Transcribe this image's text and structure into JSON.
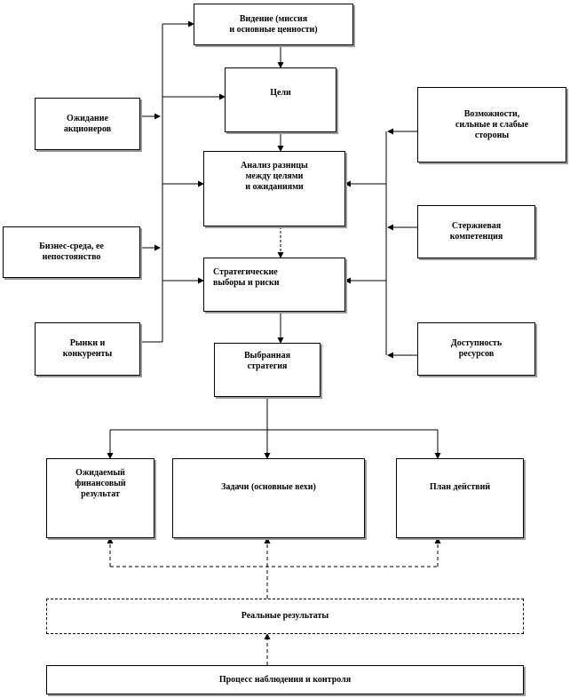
{
  "nodes": {
    "vision": "Видение (миссия\nи основные ценности)",
    "goals": "Цели",
    "shareholders": "Ожидание\nакционеров",
    "opportunities": "Возможности,\nсильные и слабые\nстороны",
    "gap_analysis": "Анализ разницы\nмежду целями\nи ожиданиями",
    "core_competence": "Стержневая\nкомпетенция",
    "business_env": "Бизнес-среда, ее\nнепостоянство",
    "strategic_choices": "Стратегические\nвыборы и риски",
    "markets": "Рынки и\nконкуренты",
    "resources": "Доступность\nресурсов",
    "chosen_strategy": "Выбранная\nстратегия",
    "expected_result": "Ожидаемый\nфинансовый\nрезультат",
    "tasks": "Задачи (основные вехи)",
    "action_plan": "План действий",
    "real_results": "Реальные результаты",
    "monitoring": "Процесс наблюдения и контроля"
  }
}
